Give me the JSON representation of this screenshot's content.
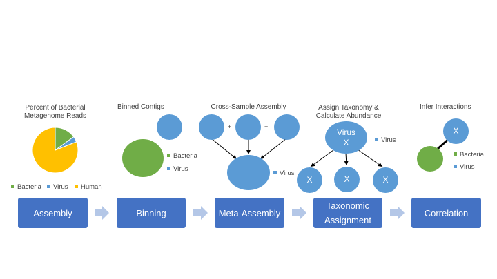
{
  "colors": {
    "bacteria": "#70ad47",
    "virus": "#5b9bd5",
    "human": "#ffc000",
    "stage_fill": "#4472c4",
    "arrow": "#b4c7e7"
  },
  "pie": {
    "title_line1": "Percent of Bacterial",
    "title_line2": "Metagenome Reads",
    "slices": [
      {
        "label": "Bacteria",
        "percent": 15
      },
      {
        "label": "Virus",
        "percent": 4
      },
      {
        "label": "Human",
        "percent": 81
      }
    ]
  },
  "binned": {
    "title": "Binned Contigs",
    "legend_bacteria": "Bacteria",
    "legend_virus": "Virus"
  },
  "cross_sample": {
    "title": "Cross-Sample Assembly",
    "plus": "+",
    "legend_virus": "Virus"
  },
  "taxonomy": {
    "title_line1": "Assign Taxonomy &",
    "title_line2": "Calculate Abundance",
    "top_line1": "Virus",
    "top_line2": "X",
    "child_label": "X",
    "legend_virus": "Virus"
  },
  "interactions": {
    "title": "Infer Interactions",
    "node_label": "X",
    "legend_bacteria": "Bacteria",
    "legend_virus": "Virus"
  },
  "stages": {
    "assembly": "Assembly",
    "binning": "Binning",
    "meta_assembly": "Meta-Assembly",
    "taxonomic_line1": "Taxonomic",
    "taxonomic_line2": "Assignment",
    "correlation": "Correlation"
  }
}
